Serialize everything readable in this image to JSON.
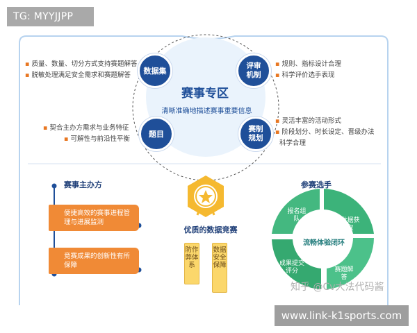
{
  "tag": "TG: MYYJJPP",
  "center": {
    "title": "赛事专区",
    "subtitle": "清晰准确地描述赛事重要信息"
  },
  "nodes": {
    "data_set": "数据集",
    "review": "评审机制",
    "topic": "题目",
    "rules": "赛制规划"
  },
  "bullets": {
    "top_left": [
      "质量、数量、切分方式支持赛题解答",
      "脱敏处理满足安全需求和赛题解答"
    ],
    "top_right": [
      "规则、指标设计合理",
      "科学评价选手表现"
    ],
    "mid_left": [
      "契合主办方需求与业务特征",
      "可解性与前沿性平衡"
    ],
    "mid_right": [
      "灵活丰富的活动形式",
      "阶段划分、时长设定、晋级办法",
      "科学合理"
    ]
  },
  "organizer": {
    "title": "赛事主办方",
    "boxes": [
      "便捷高效的赛事进程管理与进展监测",
      "竞赛成果的创新性有所保障"
    ]
  },
  "badge": {
    "label": "优质的数据竞赛",
    "pillars": [
      "防作弊体系",
      "数据安全保障"
    ]
  },
  "cycle": {
    "title": "参赛选手",
    "segments": [
      "报名组队",
      "数据获取",
      "赛题解答",
      "成果提交评分"
    ],
    "center": "流畅体验闭环"
  },
  "watermark": "知乎 @Cv大法代码酱",
  "site": "www.link-k1sports.com",
  "colors": {
    "navy": "#1f4f99",
    "orange": "#f08a36",
    "green": "#3cb37a",
    "gold": "#f5b930",
    "light_blue": "#eaf3fc"
  }
}
